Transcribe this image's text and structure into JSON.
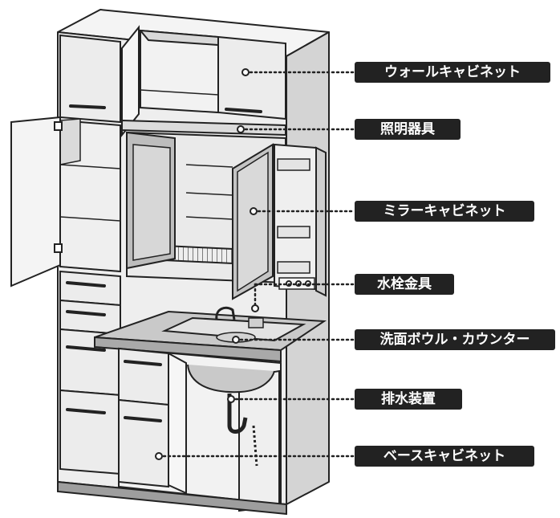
{
  "colors": {
    "label_bg": "#222222",
    "label_text": "#ffffff",
    "cabinet_fill": "#eeeeee",
    "cabinet_shade": "#d6d6d6",
    "mirror_fill": "#c8c8c8",
    "outline": "#222222"
  },
  "labels": {
    "wall_cabinet": "ウォールキャビネット",
    "lighting": "照明器具",
    "mirror_cabinet": "ミラーキャビネット",
    "faucet": "水栓金具",
    "basin_counter": "洗面ボウル・カウンター",
    "drain": "排水装置",
    "base_cabinet": "ベースキャビネット"
  }
}
